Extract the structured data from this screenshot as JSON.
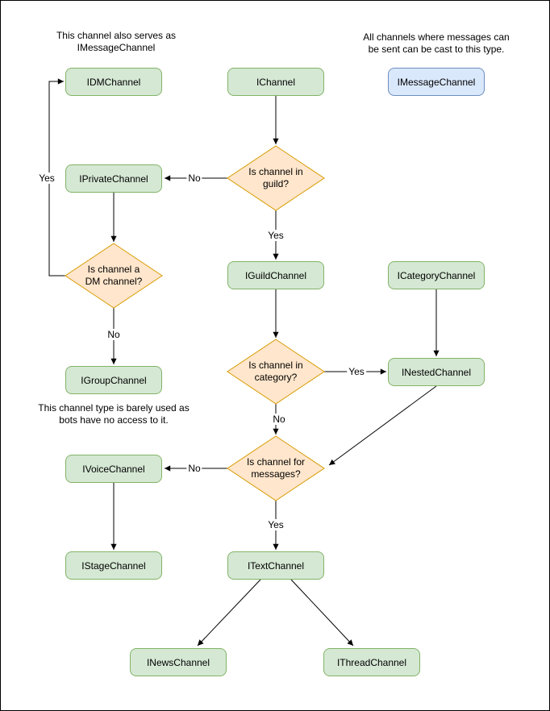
{
  "colors": {
    "canvas_bg": "#ffffff",
    "node_fill": "#d5e8d4",
    "node_border": "#82b366",
    "message_fill": "#dae8fc",
    "message_border": "#6c8ebf",
    "decision_fill": "#ffe6cc",
    "decision_border": "#d79b00",
    "line_color": "#000000",
    "text_color": "#000000"
  },
  "annotations": {
    "dm_note": [
      "This channel also serves as",
      "IMessageChannel"
    ],
    "message_note": [
      "All channels where messages can",
      "be sent can be cast to this type."
    ],
    "group_note": [
      "This channel type is barely used as",
      "bots have no access to it."
    ]
  },
  "nodes": {
    "idm": "IDMChannel",
    "ichannel": "IChannel",
    "imessage": "IMessageChannel",
    "iprivate": "IPrivateChannel",
    "iguild": "IGuildChannel",
    "icategory": "ICategoryChannel",
    "igroup": "IGroupChannel",
    "inested": "INestedChannel",
    "ivoice": "IVoiceChannel",
    "istage": "IStageChannel",
    "itext": "ITextChannel",
    "inews": "INewsChannel",
    "ithread": "IThreadChannel"
  },
  "decisions": {
    "in_guild": [
      "Is channel in",
      "guild?"
    ],
    "is_dm": [
      "Is channel a",
      "DM channel?"
    ],
    "in_category": [
      "Is channel in",
      "category?"
    ],
    "for_messages": [
      "Is channel for",
      "messages?"
    ]
  },
  "edge_labels": {
    "yes": "Yes",
    "no": "No"
  }
}
